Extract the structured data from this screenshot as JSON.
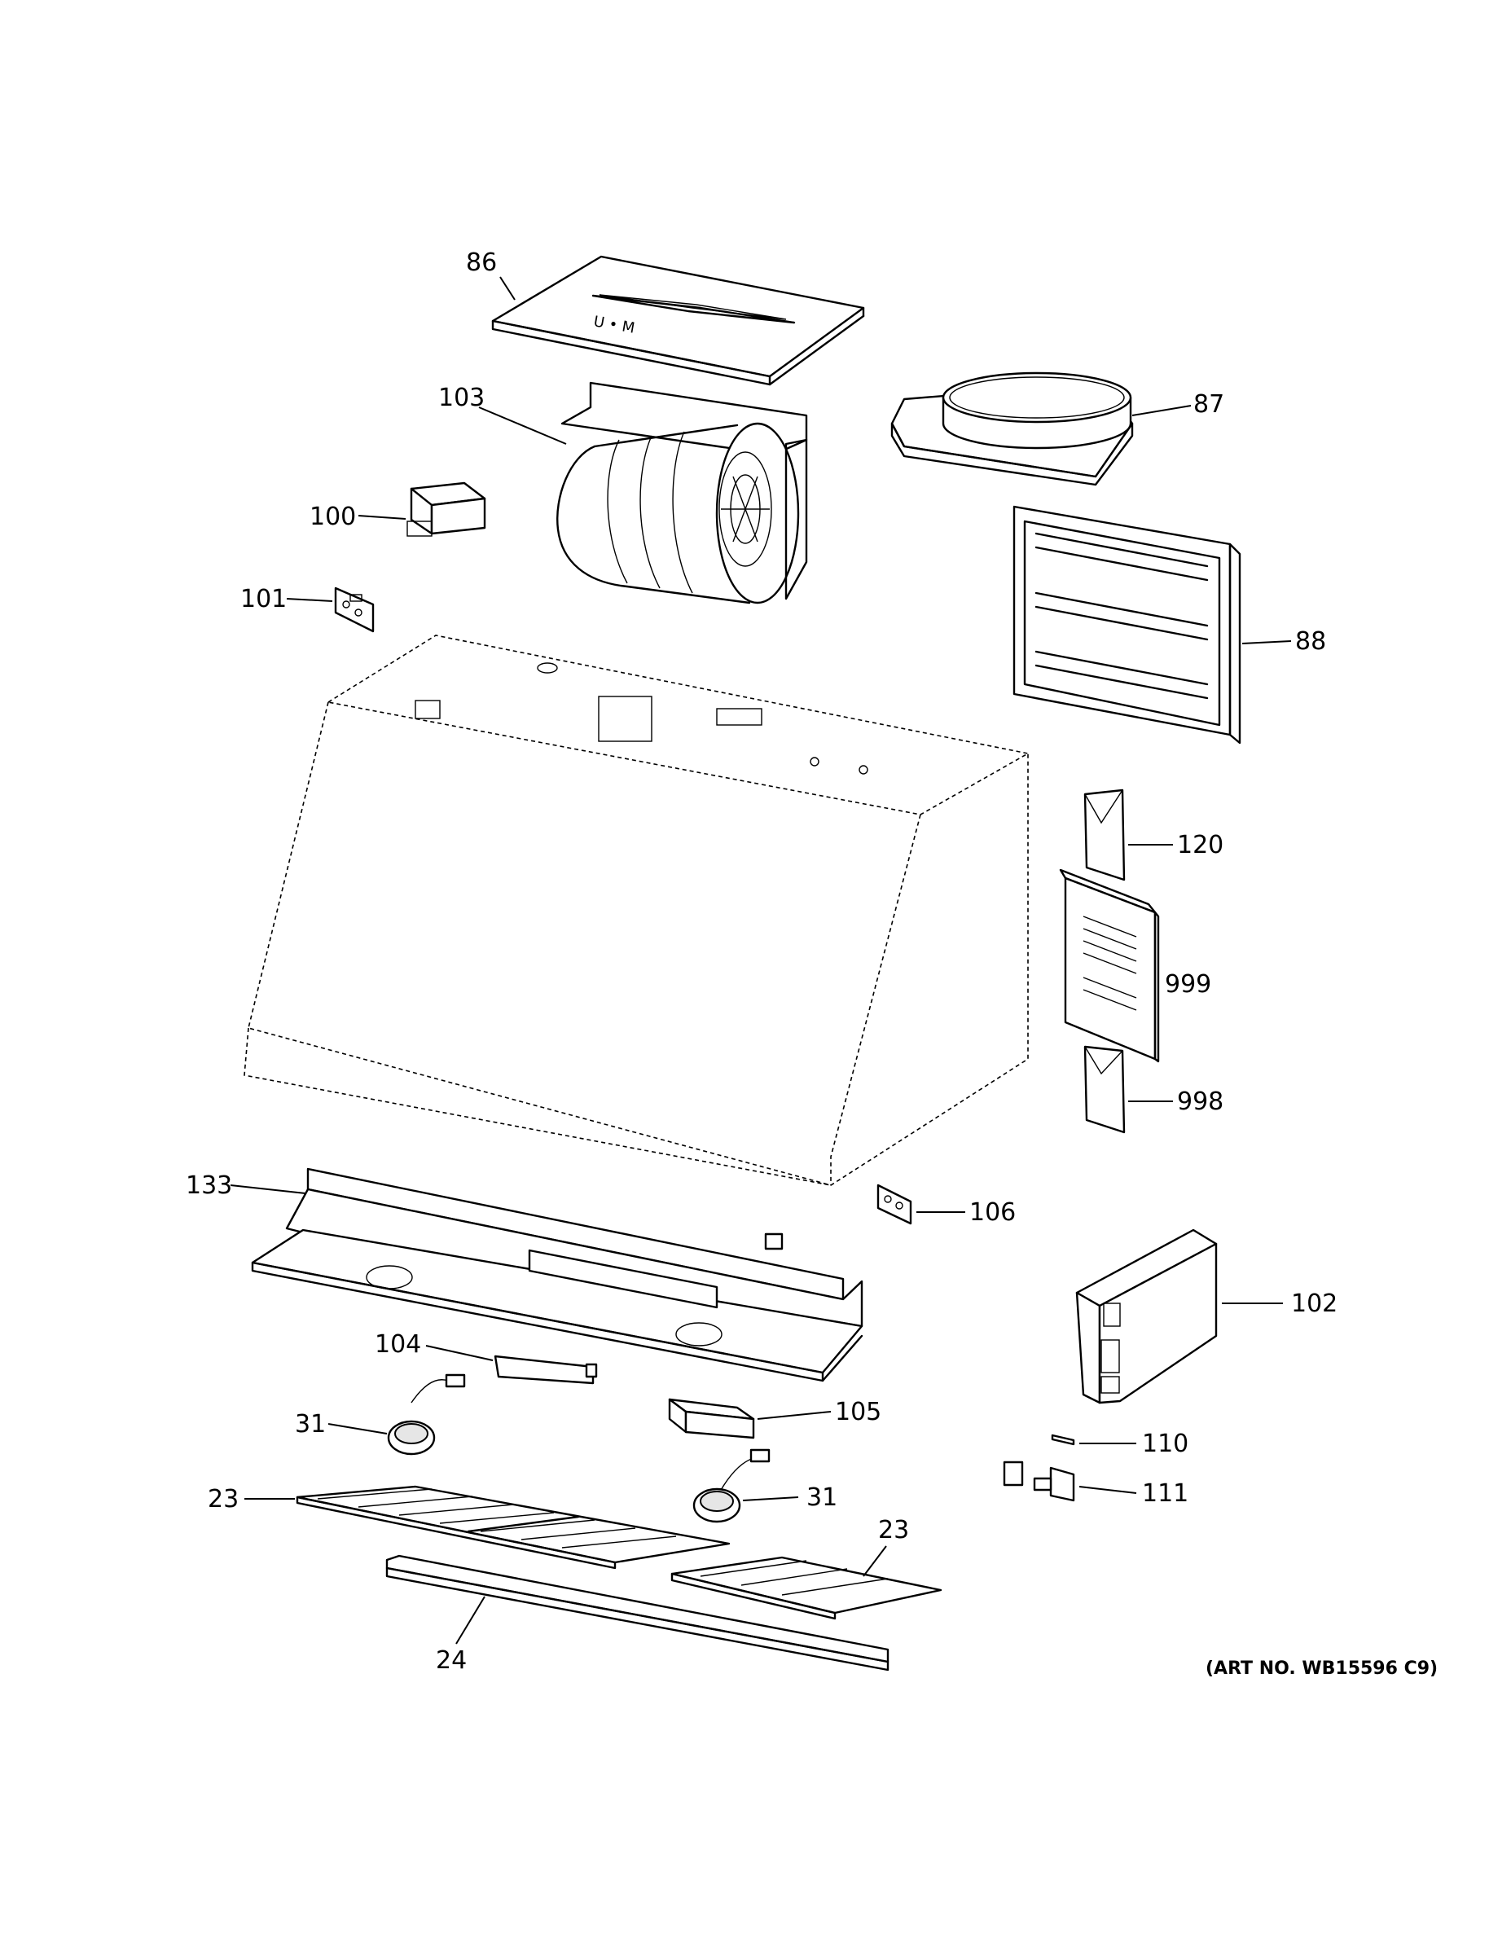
{
  "callouts": {
    "c86": "86",
    "c103": "103",
    "c87": "87",
    "c100": "100",
    "c101": "101",
    "c88": "88",
    "c120": "120",
    "c999": "999",
    "c998": "998",
    "c133": "133",
    "c106": "106",
    "c102": "102",
    "c104": "104",
    "c105": "105",
    "c31a": "31",
    "c31b": "31",
    "c110": "110",
    "c111": "111",
    "c23a": "23",
    "c23b": "23",
    "c24": "24"
  },
  "art_number": "(ART NO. WB15596 C9)",
  "panel_marks": "U • M"
}
